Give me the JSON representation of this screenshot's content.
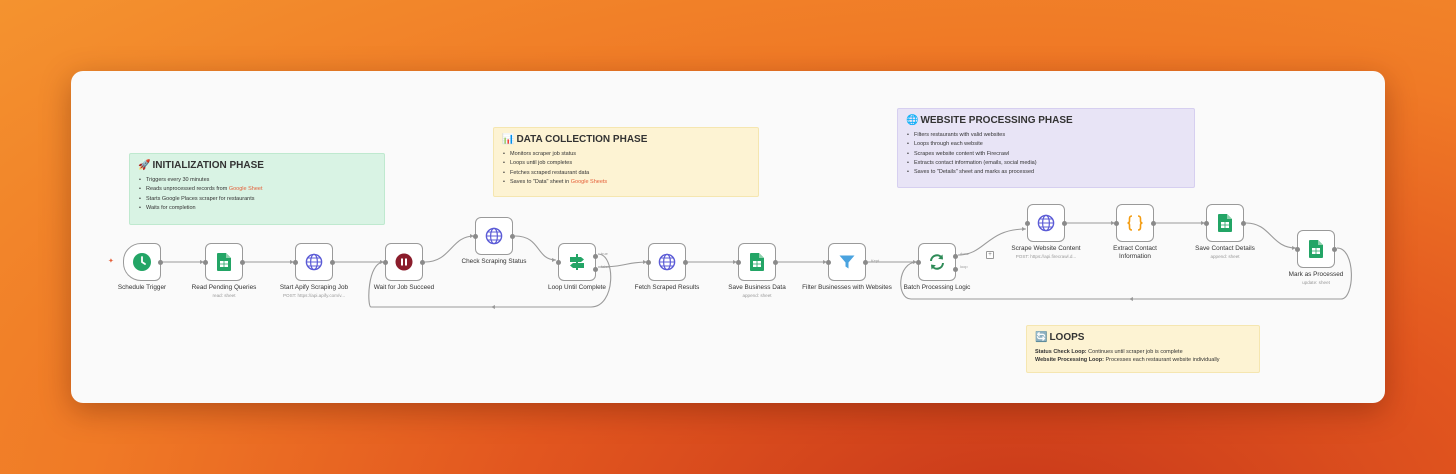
{
  "notes": {
    "init": {
      "emoji": "🚀",
      "title": "INITIALIZATION PHASE",
      "items": [
        {
          "pre": "Triggers every 30 minutes",
          "hl": ""
        },
        {
          "pre": "Reads unprocessed records from ",
          "hl": "Google Sheet"
        },
        {
          "pre": "Starts Google Places scraper for restaurants",
          "hl": ""
        },
        {
          "pre": "Waits for completion",
          "hl": ""
        }
      ]
    },
    "data": {
      "emoji": "📊",
      "title": "DATA COLLECTION PHASE",
      "items": [
        {
          "pre": "Monitors scraper job status",
          "hl": ""
        },
        {
          "pre": "Loops until job completes",
          "hl": ""
        },
        {
          "pre": "Fetches scraped restaurant data",
          "hl": ""
        },
        {
          "pre": "Saves to \"Data\" sheet in ",
          "hl": "Google Sheets"
        }
      ]
    },
    "web": {
      "emoji": "🌐",
      "title": "WEBSITE PROCESSING PHASE",
      "items": [
        {
          "pre": "Filters restaurants with valid websites",
          "hl": ""
        },
        {
          "pre": "Loops through each website",
          "hl": ""
        },
        {
          "pre": "Scrapes website content with Firecrawl",
          "hl": ""
        },
        {
          "pre": "Extracts contact information (emails, social media)",
          "hl": ""
        },
        {
          "pre": "Saves to \"Details\" sheet and marks as processed",
          "hl": ""
        }
      ]
    },
    "loops": {
      "emoji": "🔄",
      "title": "LOOPS",
      "lines": [
        {
          "b": "Status Check Loop:",
          "t": " Continues until scraper job is complete"
        },
        {
          "b": "Website Processing Loop:",
          "t": " Processes each restaurant website individually"
        }
      ]
    }
  },
  "nodes": {
    "schedule": {
      "label": "Schedule Trigger",
      "sub": "",
      "icon": "clock-icon"
    },
    "readPending": {
      "label": "Read Pending Queries",
      "sub": "read: sheet",
      "icon": "google-sheets-icon"
    },
    "startApify": {
      "label": "Start Apify Scraping Job",
      "sub": "POST: https://api.apify.com/v...",
      "icon": "globe-icon"
    },
    "waitJob": {
      "label": "Wait for Job Succeed",
      "sub": "",
      "icon": "pause-icon"
    },
    "checkStatus": {
      "label": "Check Scraping Status",
      "sub": "",
      "icon": "globe-icon"
    },
    "loopUntil": {
      "label": "Loop Until Complete",
      "sub": "",
      "icon": "split-icon",
      "true_label": "true",
      "false_label": "false"
    },
    "fetchResults": {
      "label": "Fetch Scraped Results",
      "sub": "",
      "icon": "globe-icon"
    },
    "saveBusiness": {
      "label": "Save Business Data",
      "sub": "append: sheet",
      "icon": "google-sheets-icon"
    },
    "filterBiz": {
      "label": "Filter Businesses with Websites",
      "sub": "",
      "icon": "filter-icon",
      "out_label": "Kept"
    },
    "batch": {
      "label": "Batch Processing Logic",
      "sub": "",
      "icon": "loop-icon",
      "done_label": "done",
      "loop_label": "loop"
    },
    "scrapeWeb": {
      "label": "Scrape Website Content",
      "sub": "POST: https://api.firecrawl.d...",
      "icon": "globe-icon"
    },
    "extract": {
      "label": "Extract Contact Information",
      "sub": "",
      "icon": "code-icon"
    },
    "saveContact": {
      "label": "Save Contact Details",
      "sub": "append: sheet",
      "icon": "google-sheets-icon"
    },
    "markProcessed": {
      "label": "Mark as Processed",
      "sub": "update: sheet",
      "icon": "google-sheets-icon"
    }
  },
  "colors": {
    "sheets": "#23a566",
    "globe": "#5b5bd6",
    "pause": "#8b1d2c",
    "filter": "#4aa3df",
    "loop": "#2e8b57",
    "code": "#f39c12",
    "accent": "#e5603a"
  }
}
